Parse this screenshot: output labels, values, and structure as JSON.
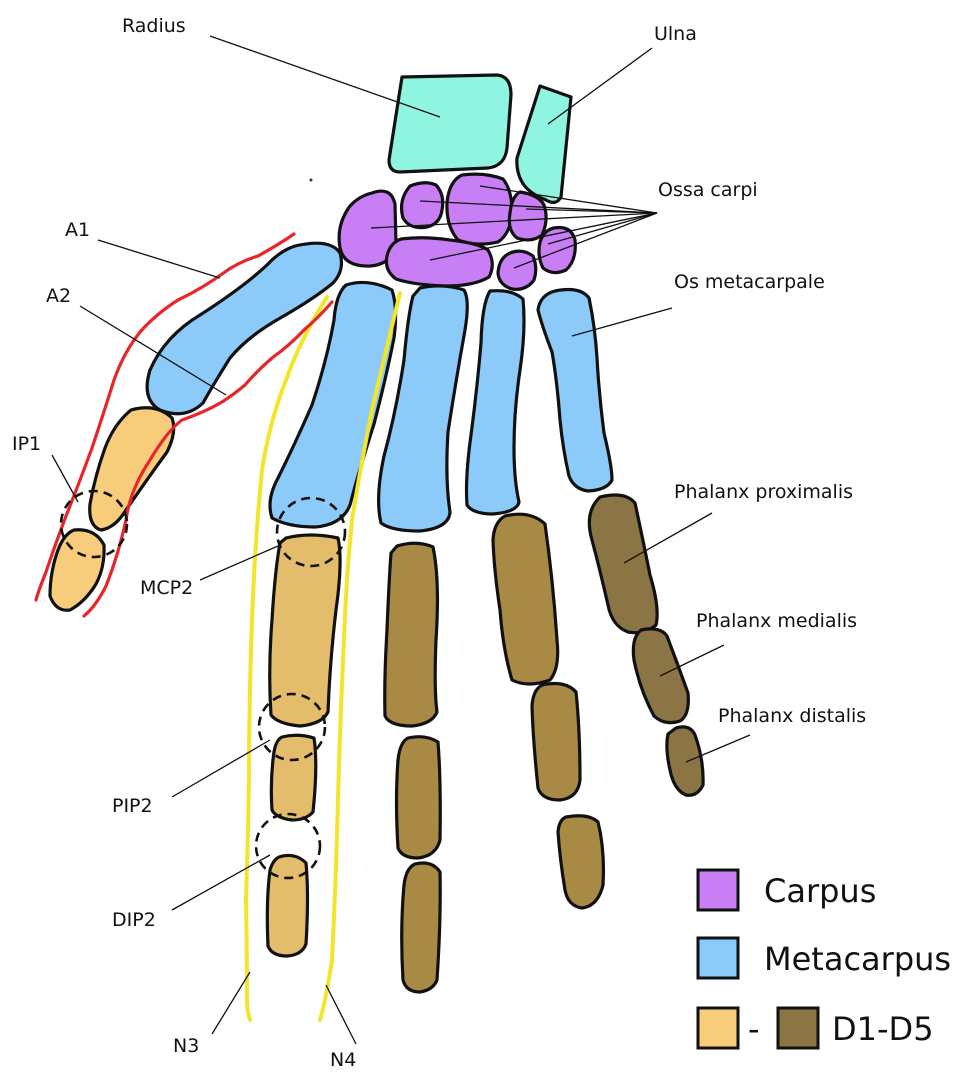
{
  "colors": {
    "forearm": "#8ff5e0",
    "carpus": "#c87ef5",
    "metacarpus": "#8ccafa",
    "digit_light": "#f7cd7b",
    "digit_mid": "#e3bd6c",
    "digit_dark": "#a88a45",
    "digit_darker": "#8c7544",
    "nerve": "#f2e52a",
    "pulley": "#e8262a"
  },
  "labels": {
    "radius": "Radius",
    "ulna": "Ulna",
    "ossa_carpi": "Ossa carpi",
    "os_metacarpale": "Os metacarpale",
    "phalanx_proximalis": "Phalanx proximalis",
    "phalanx_medialis": "Phalanx medialis",
    "phalanx_distalis": "Phalanx distalis",
    "a1": "A1",
    "a2": "A2",
    "ip1": "IP1",
    "mcp2": "MCP2",
    "pip2": "PIP2",
    "dip2": "DIP2",
    "n3": "N3",
    "n4": "N4"
  },
  "legend": {
    "carpus": "Carpus",
    "metacarpus": "Metacarpus",
    "dash": "-",
    "digits": "D1-D5"
  }
}
